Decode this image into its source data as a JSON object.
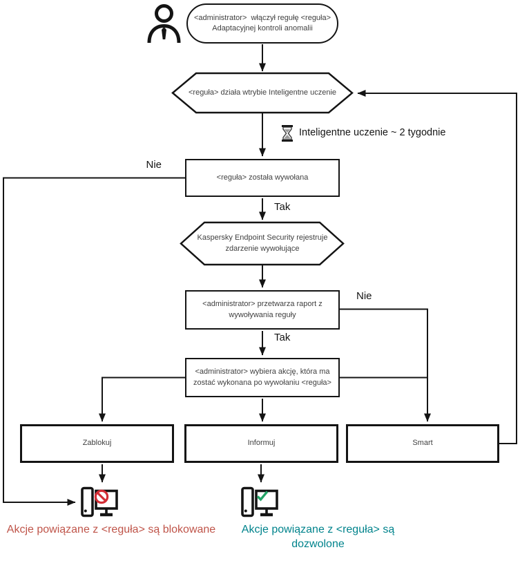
{
  "colors": {
    "line": "#141414",
    "blocked_text": "#bf5449",
    "allowed_text": "#00838c",
    "prohibit_icon": "#d22d35",
    "check_icon": "#22a366"
  },
  "nodes": {
    "start": {
      "line1": "<administrator>  włączył regułę <reguła>",
      "line2": "Adaptacyjnej kontroli anomalii"
    },
    "smart_training_mode": {
      "label": "<reguła> działa wtrybie Inteligentne uczenie"
    },
    "training_timer": {
      "label": "Inteligentne uczenie ~ 2 tygodnie"
    },
    "rule_triggered": {
      "label": "<reguła> została wywołana"
    },
    "event_registered": {
      "line1": "Kaspersky Endpoint Security rejestruje",
      "line2": "zdarzenie wywołujące"
    },
    "report_processing": {
      "line1": "<administrator> przetwarza raport z",
      "line2": "wywoływania reguły"
    },
    "action_selection": {
      "line1": "<administrator> wybiera akcję, która ma",
      "line2": "zostać wykonana po wywołaniu <reguła>"
    },
    "action_block": {
      "label": "Zablokuj"
    },
    "action_inform": {
      "label": "Informuj"
    },
    "action_smart": {
      "label": "Smart"
    }
  },
  "edge_labels": {
    "rule_not_triggered": "Nie",
    "rule_triggered_yes": "Tak",
    "report_not_processed": "Nie",
    "report_processed_yes": "Tak"
  },
  "outcomes": {
    "blocked": {
      "line1": "Akcje powiązane z <reguła> są",
      "line2": "blokowane"
    },
    "allowed": {
      "line1": "Akcje powiązane z <reguła> są",
      "line2": "dozwolone"
    }
  },
  "icons": {
    "actor": "person-icon",
    "timer": "hourglass-icon",
    "blocked": "computer-blocked-icon",
    "allowed": "computer-allowed-icon"
  }
}
